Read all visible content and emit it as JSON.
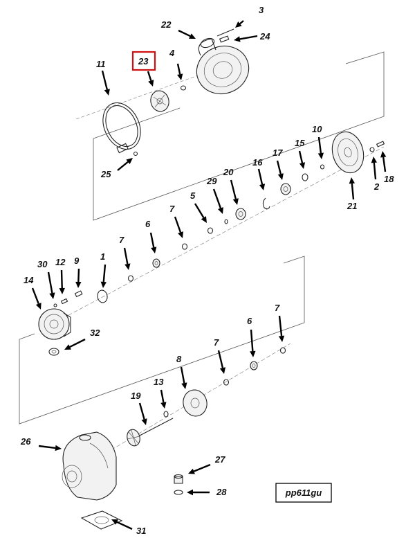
{
  "drawing_code": "pp611gu",
  "highlighted_callout": "23",
  "highlight_color": "#d01010",
  "callouts": [
    {
      "id": "c3",
      "label": "3"
    },
    {
      "id": "c22",
      "label": "22"
    },
    {
      "id": "c24",
      "label": "24"
    },
    {
      "id": "c23",
      "label": "23"
    },
    {
      "id": "c4",
      "label": "4"
    },
    {
      "id": "c11",
      "label": "11"
    },
    {
      "id": "c25",
      "label": "25"
    },
    {
      "id": "c10",
      "label": "10"
    },
    {
      "id": "c17",
      "label": "17"
    },
    {
      "id": "c15",
      "label": "15"
    },
    {
      "id": "c16",
      "label": "16"
    },
    {
      "id": "c20",
      "label": "20"
    },
    {
      "id": "c29",
      "label": "29"
    },
    {
      "id": "c5",
      "label": "5"
    },
    {
      "id": "c7a",
      "label": "7"
    },
    {
      "id": "c6a",
      "label": "6"
    },
    {
      "id": "c7b",
      "label": "7"
    },
    {
      "id": "c1",
      "label": "1"
    },
    {
      "id": "c2",
      "label": "2"
    },
    {
      "id": "c18",
      "label": "18"
    },
    {
      "id": "c21",
      "label": "21"
    },
    {
      "id": "c30",
      "label": "30"
    },
    {
      "id": "c12",
      "label": "12"
    },
    {
      "id": "c9",
      "label": "9"
    },
    {
      "id": "c14",
      "label": "14"
    },
    {
      "id": "c32",
      "label": "32"
    },
    {
      "id": "c7c",
      "label": "7"
    },
    {
      "id": "c6b",
      "label": "6"
    },
    {
      "id": "c7d",
      "label": "7"
    },
    {
      "id": "c8",
      "label": "8"
    },
    {
      "id": "c13",
      "label": "13"
    },
    {
      "id": "c19",
      "label": "19"
    },
    {
      "id": "c26",
      "label": "26"
    },
    {
      "id": "c27",
      "label": "27"
    },
    {
      "id": "c28",
      "label": "28"
    },
    {
      "id": "c31",
      "label": "31"
    }
  ]
}
